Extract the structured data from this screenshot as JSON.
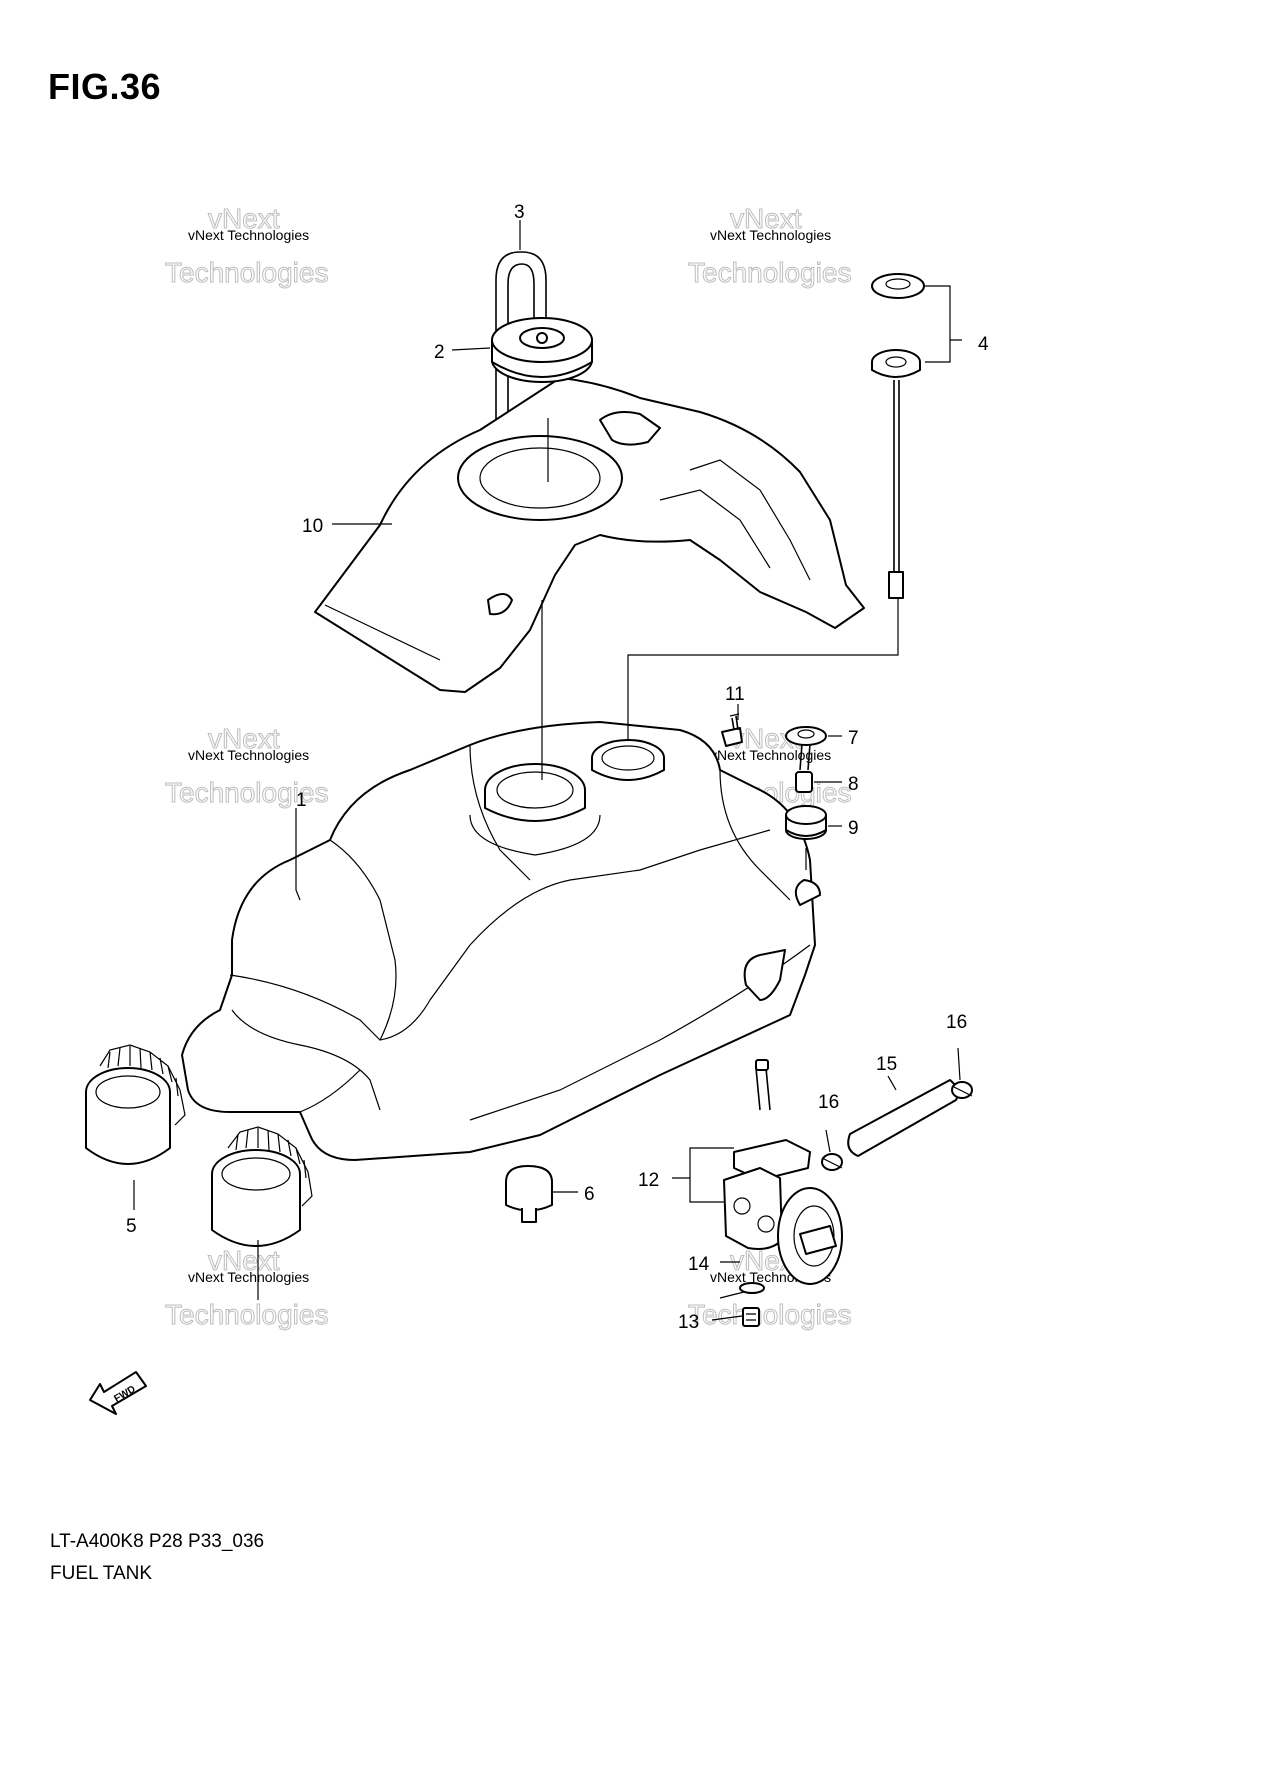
{
  "figure": {
    "title": "FIG.36",
    "model_code": "LT-A400K8 P28 P33_036",
    "name": "FUEL TANK"
  },
  "callouts": [
    "1",
    "2",
    "3",
    "4",
    "5",
    "6",
    "7",
    "8",
    "9",
    "10",
    "11",
    "12",
    "13",
    "14",
    "15",
    "16",
    "16"
  ],
  "watermark": {
    "line1": "vNext",
    "line2": "vNext Technologies",
    "line3": "Technologies"
  },
  "fwd_label": "FWD"
}
